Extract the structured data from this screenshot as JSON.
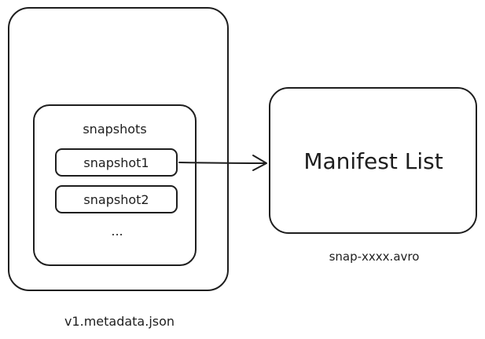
{
  "metadata_file": {
    "caption": "v1.metadata.json"
  },
  "snapshots": {
    "title": "snapshots",
    "items": [
      "snapshot1",
      "snapshot2"
    ],
    "more": "..."
  },
  "manifest_list": {
    "title": "Manifest List",
    "caption": "snap-xxxx.avro"
  },
  "colors": {
    "stroke": "#1e1e1e",
    "background": "#ffffff"
  }
}
